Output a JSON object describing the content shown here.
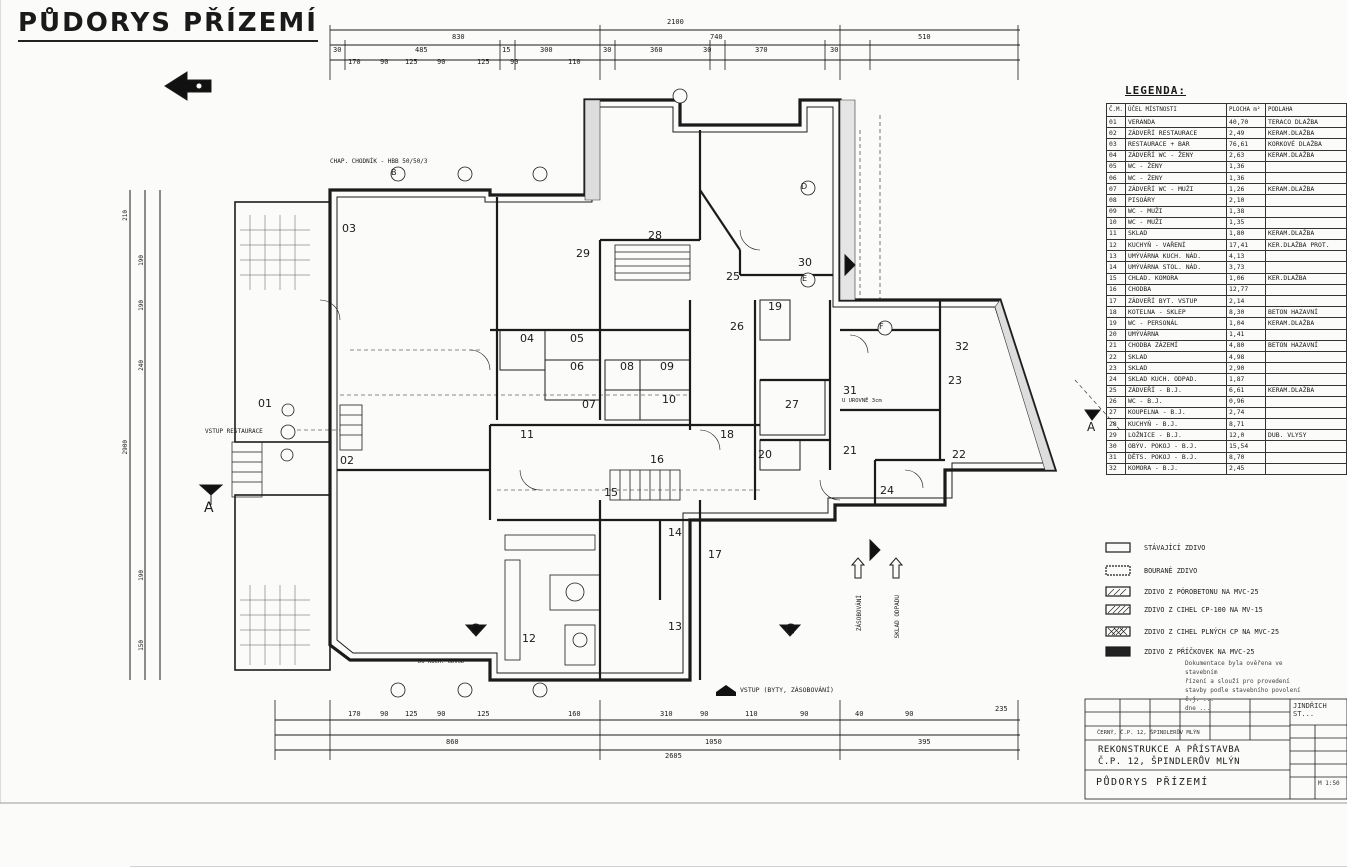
{
  "title": "PŮDORYS PŘÍZEMÍ",
  "legend": {
    "heading": "LEGENDA:",
    "columns": [
      "Č.M.",
      "ÚČEL MÍSTNOSTI",
      "PLOCHA m²",
      "PODLAHA"
    ],
    "rows": [
      [
        "01",
        "VERANDA",
        "40,70",
        "TERACO DLAŽBA"
      ],
      [
        "02",
        "ZÁDVEŘÍ RESTAURACE",
        "2,49",
        "KERAM.DLAŽBA"
      ],
      [
        "03",
        "RESTAURACE + BAR",
        "76,61",
        "KORKOVÉ DLAŽBA"
      ],
      [
        "04",
        "ZÁDVEŘÍ WC - ŽENY",
        "2,63",
        "KERAM.DLAŽBA"
      ],
      [
        "05",
        "WC - ŽENY",
        "1,36",
        ""
      ],
      [
        "06",
        "WC - ŽENY",
        "1,36",
        ""
      ],
      [
        "07",
        "ZÁDVEŘÍ WC - MUŽI",
        "1,26",
        "KERAM.DLAŽBA"
      ],
      [
        "08",
        "PISOÁRY",
        "2,10",
        ""
      ],
      [
        "09",
        "WC - MUŽI",
        "1,38",
        ""
      ],
      [
        "10",
        "WC - MUŽI",
        "1,35",
        ""
      ],
      [
        "11",
        "SKLAD",
        "1,80",
        "KERAM.DLAŽBA"
      ],
      [
        "12",
        "KUCHYŇ - VAŘENÍ",
        "17,41",
        "KER.DLAŽBA PROT."
      ],
      [
        "13",
        "UMÝVÁRNA KUCH. NÁD.",
        "4,13",
        ""
      ],
      [
        "14",
        "UMÝVÁRNA STOL. NÁD.",
        "3,73",
        ""
      ],
      [
        "15",
        "CHLAD. KOMORA",
        "1,06",
        "KER.DLAŽBA"
      ],
      [
        "16",
        "CHODBA",
        "12,77",
        ""
      ],
      [
        "17",
        "ZÁDVEŘÍ BYT. VSTUP",
        "2,14",
        ""
      ],
      [
        "18",
        "KOTELNA - SKLEP",
        "8,30",
        "BETON HAZAVNÍ"
      ],
      [
        "19",
        "WC - PERSONÁL",
        "1,04",
        "KERAM.DLAŽBA"
      ],
      [
        "20",
        "UMÝVÁRNA",
        "1,41",
        ""
      ],
      [
        "21",
        "CHODBA ZÁZEMÍ",
        "4,80",
        "BETON HAZAVNÍ"
      ],
      [
        "22",
        "SKLAD",
        "4,98",
        ""
      ],
      [
        "23",
        "SKLAD",
        "2,90",
        ""
      ],
      [
        "24",
        "SKLAD KUCH. ODPAD.",
        "1,87",
        ""
      ],
      [
        "25",
        "ZÁDVEŘÍ - B.J.",
        "6,61",
        "KERAM.DLAŽBA"
      ],
      [
        "26",
        "WC - B.J.",
        "0,96",
        ""
      ],
      [
        "27",
        "KOUPELNA - B.J.",
        "2,74",
        ""
      ],
      [
        "28",
        "KUCHYŇ - B.J.",
        "8,71",
        ""
      ],
      [
        "29",
        "LOŽNICE - B.J.",
        "12,0",
        "DUB. VLYSY"
      ],
      [
        "30",
        "OBÝV. POKOJ - B.J.",
        "15,54",
        ""
      ],
      [
        "31",
        "DĚTS. POKOJ - B.J.",
        "8,70",
        ""
      ],
      [
        "32",
        "KOMORA - B.J.",
        "2,45",
        ""
      ]
    ]
  },
  "key": [
    "STÁVAJÍCÍ ZDIVO",
    "BOURANÉ ZDIVO",
    "ZDIVO Z PÓROBETONU NA MVC-25",
    "ZDIVO Z CIHEL CP-100 NA MV-15",
    "ZDIVO Z CIHEL PLNÝCH CP NA MVC-25",
    "ZDIVO Z PŘÍČKOVEK NA MVC-25"
  ],
  "stamp": [
    "Dokumentace byla ověřena ve stavebním",
    "řízení a slouží pro provedení",
    "stavby podle stavebního povolení",
    "č.j. ...",
    "dne ..."
  ],
  "titleblock": {
    "project_line1": "REKONSTRUKCE A PŘÍSTAVBA",
    "project_line2": "Č.P. 12, ŠPINDLERŮV MLÝN",
    "drawing_name": "PŮDORYS PŘÍZEMÍ",
    "location": "ČERNÝ, Č.P. 12, ŠPINDLERŮV MLÝN",
    "scale": "M 1:50",
    "firm": "JINDŘICH ST..."
  },
  "labels": {
    "entrance_restaurant": "VSTUP RESTAURACE",
    "entrance_flats": "VSTUP (BYTY, ZÁSOBOVÁNÍ)",
    "sidewalk": "CHAP. CHODNÍK - HBB 50/50/3",
    "to_kitchen": "DO KUCH. ODVOD",
    "delivery": "ZÁSOBOVÁNÍ",
    "waste": "SKLAD ODPADU",
    "window_note": "U UROVNĚ 3cm"
  },
  "rooms": [
    "01",
    "02",
    "03",
    "04",
    "05",
    "06",
    "07",
    "08",
    "09",
    "10",
    "11",
    "12",
    "13",
    "14",
    "15",
    "16",
    "17",
    "18",
    "19",
    "20",
    "21",
    "22",
    "23",
    "24",
    "25",
    "26",
    "27",
    "28",
    "29",
    "30",
    "31",
    "32"
  ],
  "dims_top": {
    "overall": "2100",
    "segments": [
      "830",
      "740",
      "510"
    ],
    "row2": [
      "30",
      "485",
      "15",
      "300",
      "30",
      "360",
      "30",
      "370",
      "30"
    ],
    "row3": [
      "170",
      "90",
      "125",
      "90",
      "125",
      "90",
      "110"
    ]
  },
  "dims_bottom": {
    "overall": "2605",
    "segments": [
      "860",
      "1050",
      "395"
    ],
    "row1": [
      "170",
      "90",
      "125",
      "90",
      "125",
      "160",
      "310",
      "90",
      "110",
      "90",
      "40",
      "90",
      "235"
    ]
  },
  "dims_left": [
    "210",
    "190",
    "190",
    "240",
    "190",
    "150",
    "2900"
  ],
  "section_marks": [
    "A",
    "A",
    "B",
    "C",
    "C",
    "D",
    "E",
    "F"
  ]
}
